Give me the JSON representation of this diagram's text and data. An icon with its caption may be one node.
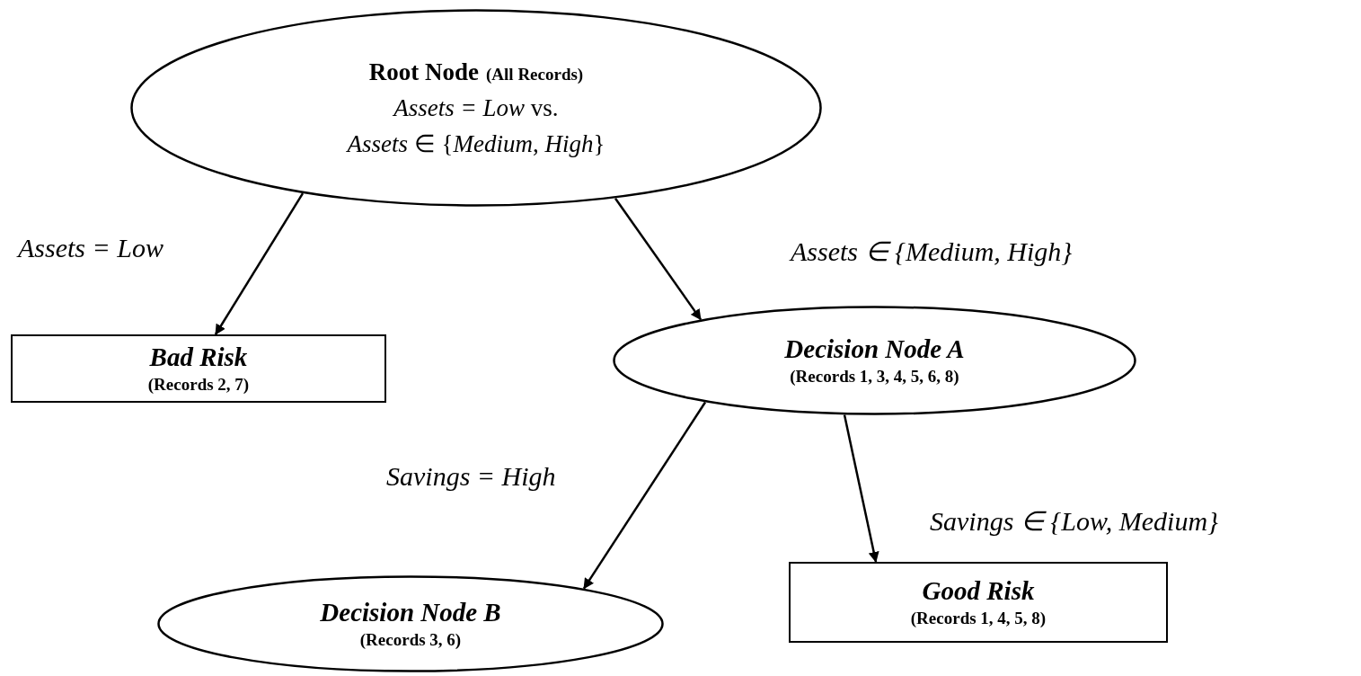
{
  "diagram": {
    "nodes": [
      {
        "text": [
          "Root Node",
          "(All Records)",
          "*Assets = Low* vs.",
          "*Assets* ∈ {*Medium*, *High*}"
        ]
      },
      {
        "text": [
          "Bad Risk",
          "(Records 2, 7)"
        ]
      },
      {
        "text": [
          "Decision Node A",
          "(Records 1, 3, 4, 5, 6, 8)"
        ]
      },
      {
        "text": [
          "Decision Node B",
          "(Records 3, 6)"
        ]
      },
      {
        "text": [
          "Good Risk",
          "(Records 1, 4, 5, 8)"
        ]
      }
    ],
    "edges": [
      {
        "from": 0,
        "to": 1,
        "arrow": "to",
        "label": "Assets = Low"
      },
      {
        "from": 0,
        "to": 2,
        "arrow": "to",
        "label": "Assets ∈ {Medium, High}"
      },
      {
        "from": 2,
        "to": 3,
        "arrow": "to",
        "label": "Savings = High"
      },
      {
        "from": 2,
        "to": 4,
        "arrow": "to",
        "label": "Savings ∈ {Low, Medium}"
      }
    ]
  }
}
